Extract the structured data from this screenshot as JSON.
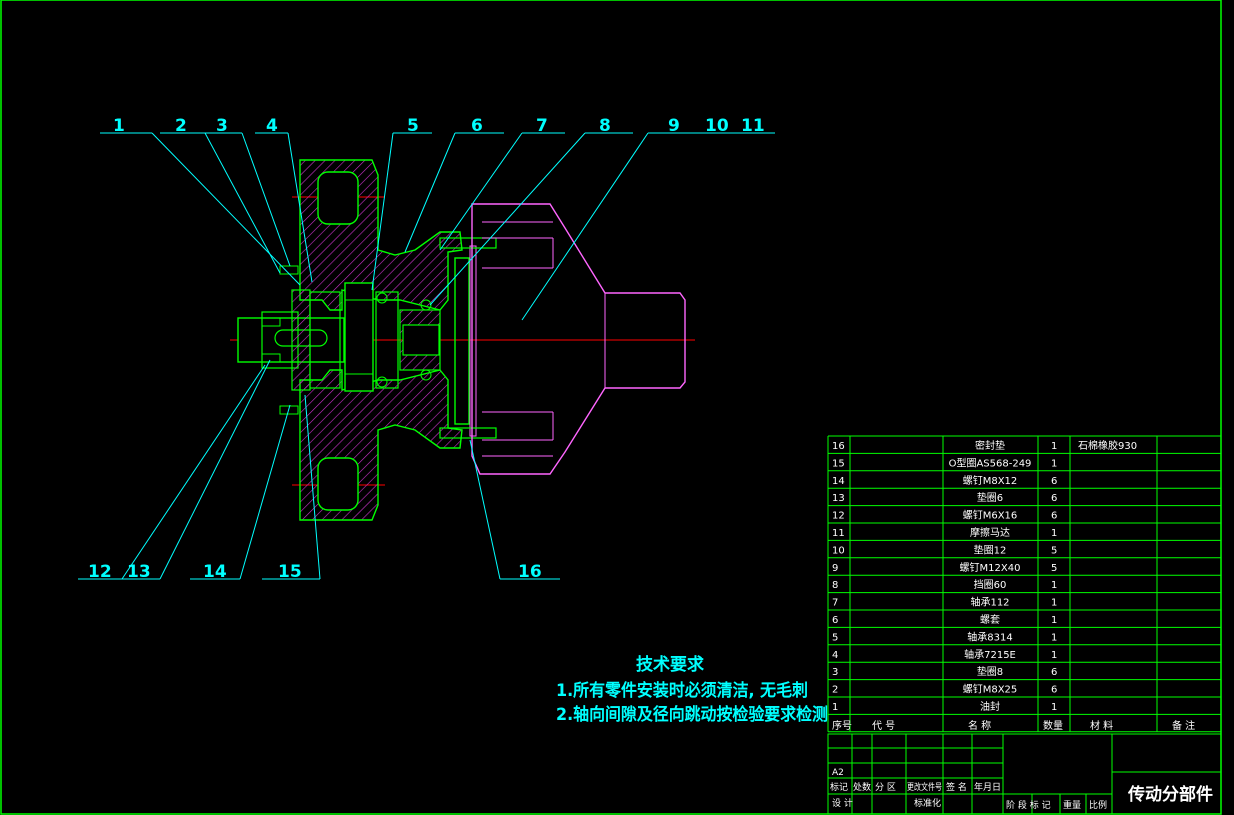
{
  "callouts": [
    "1",
    "2",
    "3",
    "4",
    "5",
    "6",
    "7",
    "8",
    "9",
    "10",
    "11",
    "12",
    "13",
    "14",
    "15",
    "16"
  ],
  "tech_requirements": {
    "title": "技术要求",
    "items": [
      "1.所有零件安装时必须清洁, 无毛刺",
      "2.轴向间隙及径向跳动按检验要求检测"
    ]
  },
  "bom": {
    "rows": [
      {
        "no": "16",
        "name": "密封垫",
        "qty": "1",
        "material": "石棉橡胶930"
      },
      {
        "no": "15",
        "name": "O型圈AS568-249",
        "qty": "1",
        "material": ""
      },
      {
        "no": "14",
        "name": "螺钉M8X12",
        "qty": "6",
        "material": ""
      },
      {
        "no": "13",
        "name": "垫圈6",
        "qty": "6",
        "material": ""
      },
      {
        "no": "12",
        "name": "螺钉M6X16",
        "qty": "6",
        "material": ""
      },
      {
        "no": "11",
        "name": "摩擦马达",
        "qty": "1",
        "material": ""
      },
      {
        "no": "10",
        "name": "垫圈12",
        "qty": "5",
        "material": ""
      },
      {
        "no": "9",
        "name": "螺钉M12X40",
        "qty": "5",
        "material": ""
      },
      {
        "no": "8",
        "name": "挡圈60",
        "qty": "1",
        "material": ""
      },
      {
        "no": "7",
        "name": "轴承112",
        "qty": "1",
        "material": ""
      },
      {
        "no": "6",
        "name": "螺套",
        "qty": "1",
        "material": ""
      },
      {
        "no": "5",
        "name": "轴承8314",
        "qty": "1",
        "material": ""
      },
      {
        "no": "4",
        "name": "轴承7215E",
        "qty": "1",
        "material": ""
      },
      {
        "no": "3",
        "name": "垫圈8",
        "qty": "6",
        "material": ""
      },
      {
        "no": "2",
        "name": "螺钉M8X25",
        "qty": "6",
        "material": ""
      },
      {
        "no": "1",
        "name": "油封",
        "qty": "1",
        "material": ""
      }
    ],
    "header": {
      "no": "序号",
      "code": "代    号",
      "name": "名    称",
      "qty": "数量",
      "material": "材    料",
      "remark": "备  注"
    }
  },
  "title_block": {
    "title": "传动分部件",
    "row_a": "A2",
    "labels": [
      "标记",
      "处数",
      "分 区",
      "更改文件号",
      "签 名",
      "年月日"
    ],
    "design": "设 计",
    "standard": "标准化",
    "stage_labels": [
      "阶 段 标 记",
      "重量",
      "比例"
    ]
  },
  "colors": {
    "border": "#00ff00",
    "leader": "#00ffff",
    "section": "#00ff00",
    "hatch": "#ff00ff",
    "motor": "#ff66ff",
    "center": "#ff0000",
    "table": "#00ff00"
  }
}
